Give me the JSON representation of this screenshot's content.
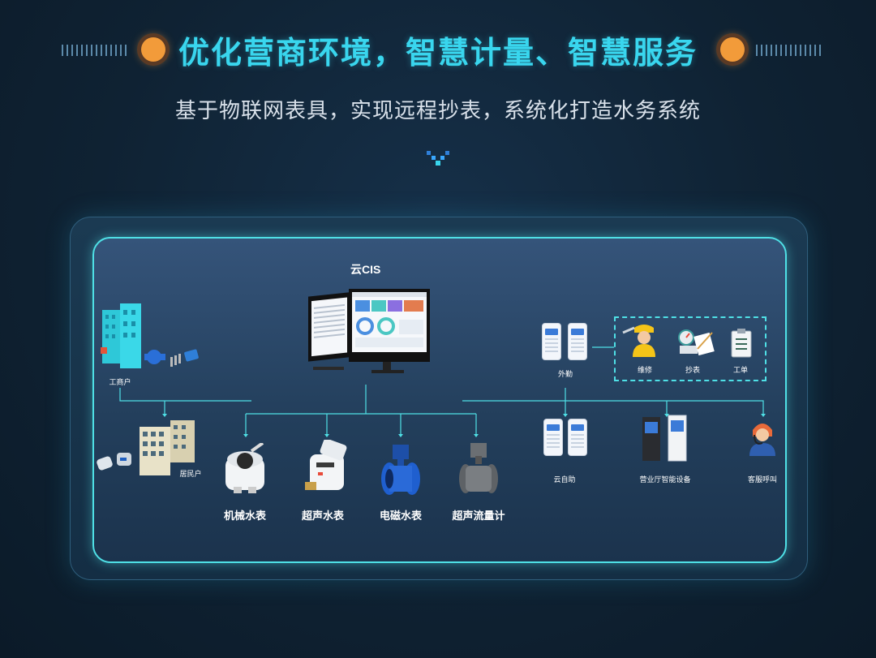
{
  "header": {
    "title": "优化营商环境，智慧计量、智慧服务",
    "subtitle": "基于物联网表具，实现远程抄表，系统化打造水务系统"
  },
  "diagram": {
    "center_label": "云CIS",
    "left_nodes": {
      "commercial": "工商户",
      "resident": "居民户"
    },
    "meters": [
      {
        "label": "机械水表",
        "icon": "mechanical-meter-icon"
      },
      {
        "label": "超声水表",
        "icon": "ultrasonic-meter-icon"
      },
      {
        "label": "电磁水表",
        "icon": "electromagnetic-meter-icon"
      },
      {
        "label": "超声流量计",
        "icon": "ultrasonic-flowmeter-icon"
      }
    ],
    "field_service": {
      "label": "外勤",
      "tasks": [
        {
          "label": "维修",
          "icon": "repair-worker-icon"
        },
        {
          "label": "抄表",
          "icon": "meter-reading-icon"
        },
        {
          "label": "工单",
          "icon": "work-order-icon"
        }
      ]
    },
    "services": [
      {
        "label": "云自助",
        "icon": "self-service-phone-icon"
      },
      {
        "label": "营业厅智能设备",
        "icon": "smart-kiosk-icon"
      },
      {
        "label": "客服呼叫",
        "icon": "customer-service-icon"
      }
    ]
  },
  "colors": {
    "accent": "#39d6ee",
    "line": "#4fe0e6",
    "orb": "#f29b3a"
  }
}
